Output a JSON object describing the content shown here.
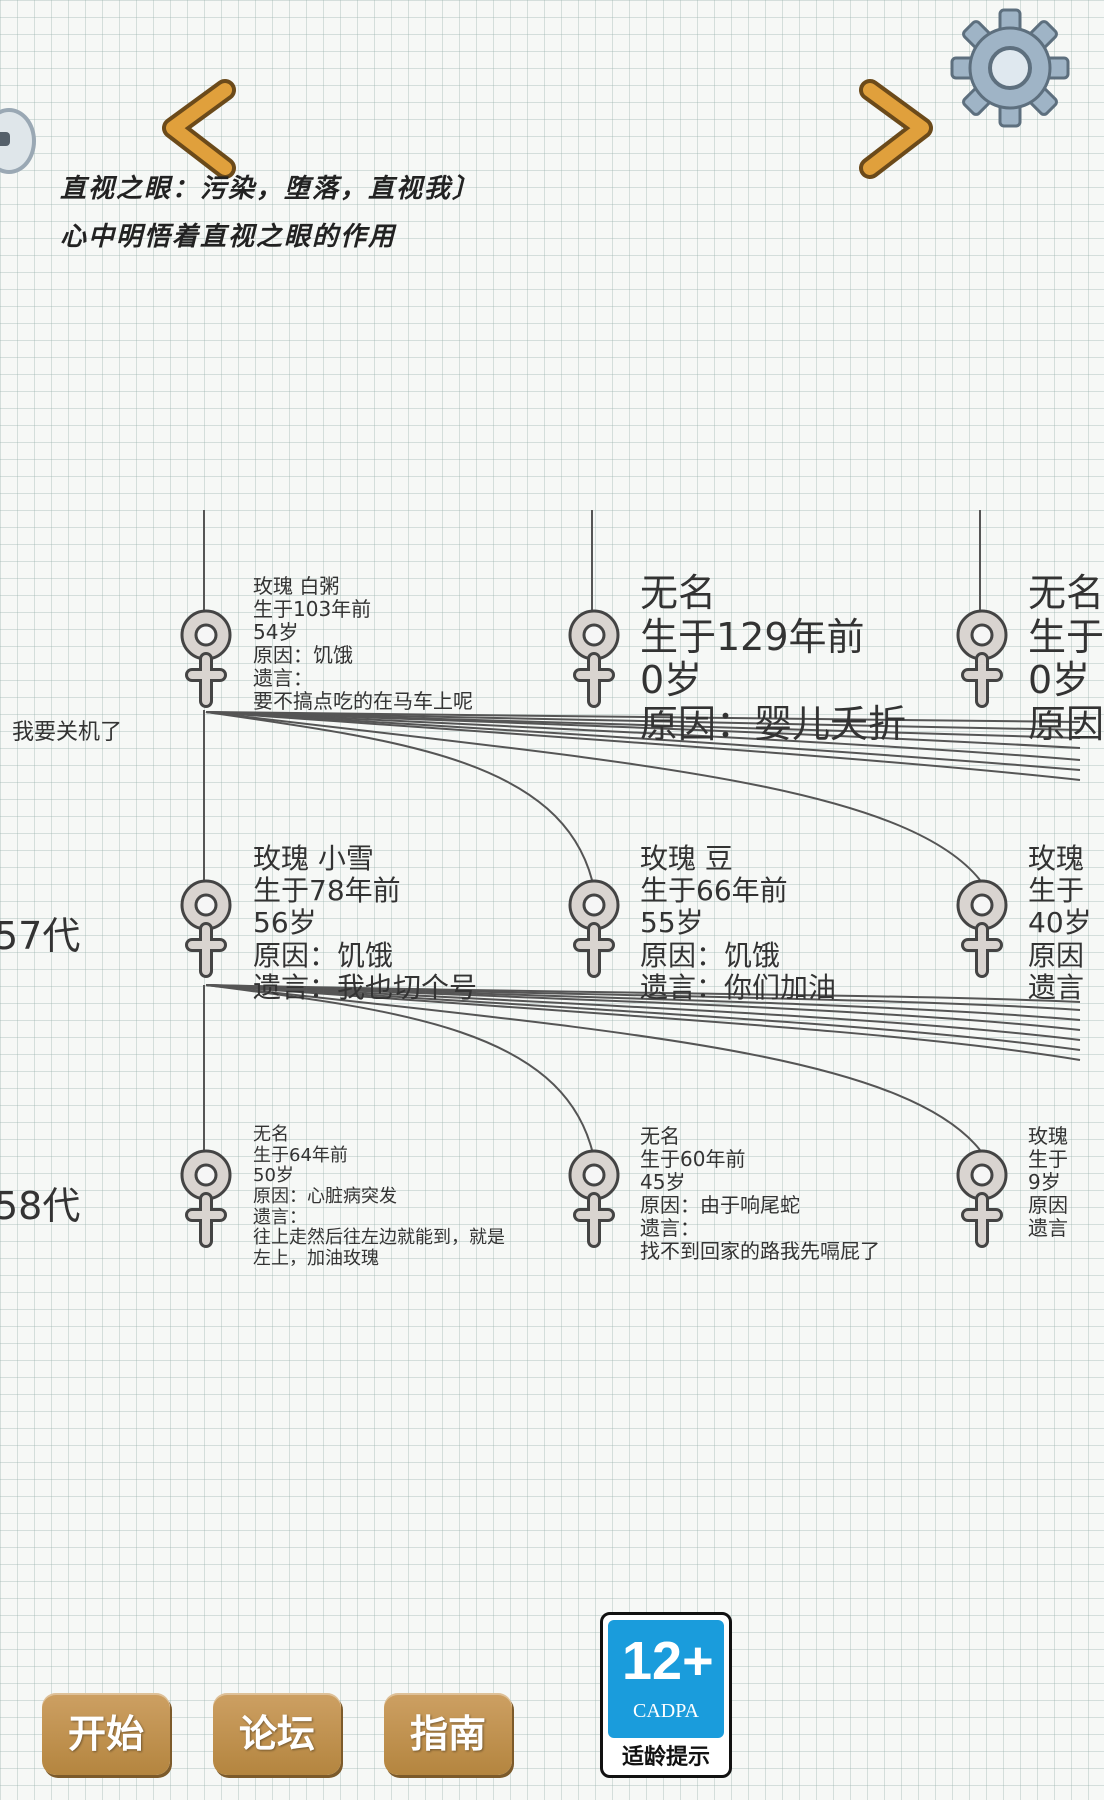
{
  "nav": {
    "prev_icon": "chevron-left-icon",
    "next_icon": "chevron-right-icon",
    "settings_icon": "gear-icon"
  },
  "message": {
    "line1": "直视之眼：污染，堕落，直视我〕",
    "line2": "心中明悟着直视之眼的作用"
  },
  "side_note": "我要关机了",
  "generations": [
    {
      "label": "57代"
    },
    {
      "label": "58代"
    }
  ],
  "rows": [
    [
      {
        "size": "small",
        "lines": [
          "玫瑰 白粥",
          "生于103年前",
          "54岁",
          "原因：饥饿",
          "遗言：",
          "要不搞点吃的在马车上呢"
        ]
      },
      {
        "size": "big",
        "lines": [
          "无名",
          "生于129年前",
          "0岁",
          "原因：婴儿夭折"
        ]
      },
      {
        "size": "big",
        "lines": [
          "无名",
          "生于",
          "0岁",
          "原因"
        ]
      }
    ],
    [
      {
        "size": "mid",
        "lines": [
          "玫瑰 小雪",
          "生于78年前",
          "56岁",
          "原因：饥饿",
          "遗言：我也切个号"
        ]
      },
      {
        "size": "mid",
        "lines": [
          "玫瑰 豆",
          "生于66年前",
          "55岁",
          "原因：饥饿",
          "遗言：你们加油"
        ]
      },
      {
        "size": "mid",
        "lines": [
          "玫瑰",
          "生于",
          "40岁",
          "原因",
          "遗言"
        ]
      }
    ],
    [
      {
        "size": "xs",
        "lines": [
          "无名",
          "生于64年前",
          "50岁",
          "原因：心脏病突发",
          "遗言：",
          "往上走然后往左边就能到，就是",
          "左上，加油玫瑰"
        ]
      },
      {
        "size": "xs",
        "lines": [
          "无名",
          "生于60年前",
          "45岁",
          "原因：由于响尾蛇",
          "遗言：",
          "找不到回家的路我先嗝屁了"
        ]
      },
      {
        "size": "small",
        "lines": [
          "玫瑰",
          "生于",
          "9岁",
          "原因",
          "遗言"
        ]
      }
    ]
  ],
  "buttons": {
    "start": "开始",
    "forum": "论坛",
    "guide": "指南"
  },
  "age_rating": {
    "number": "12+",
    "org": "CADPA",
    "tip": "适龄提示"
  },
  "colors": {
    "button": "#c29350",
    "badge_blue": "#1a9cdc",
    "arrow_orange": "#e0a03c"
  }
}
